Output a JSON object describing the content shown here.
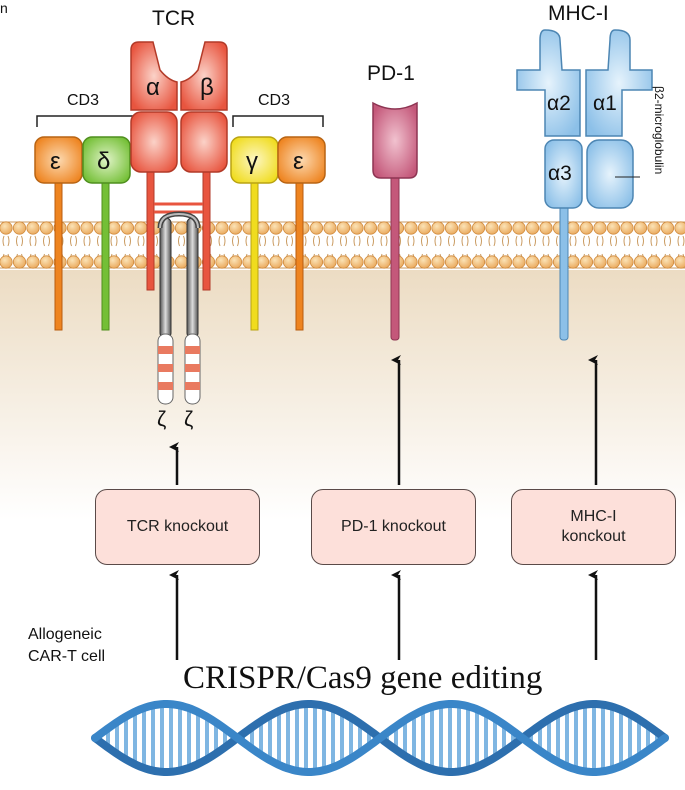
{
  "panel_letter": "n",
  "tcr": {
    "title": "TCR",
    "alpha": "α",
    "beta": "β",
    "zeta_left": "ζ",
    "zeta_right": "ζ"
  },
  "cd3_left": {
    "title": "CD3",
    "epsilon": "ε",
    "delta": "δ"
  },
  "cd3_right": {
    "title": "CD3",
    "gamma": "γ",
    "epsilon": "ε"
  },
  "pd1": {
    "title": "PD-1"
  },
  "mhc1": {
    "title": "MHC-I",
    "alpha1": "α1",
    "alpha2": "α2",
    "alpha3": "α3",
    "b2m": "β2-microglobulin"
  },
  "boxes": {
    "tcr_knockout": "TCR knockout",
    "pd1_knockout": "PD-1 knockout",
    "mhc1_knockout_line1": "MHC-I",
    "mhc1_knockout_line2": "konckout"
  },
  "cell_label_line1": "Allogeneic",
  "cell_label_line2": "CAR-T cell",
  "crispr_title": "CRISPR/Cas9 gene editing",
  "colors": {
    "tcr_red": "#e8553f",
    "cd3_orange": "#f08a22",
    "cd3_green": "#7cc43c",
    "cd3_yellow": "#f2e32a",
    "pd1_pink": "#c9607a",
    "mhc_blue": "#9cc9ea",
    "box_fill": "#fde0da",
    "dna_blue": "#3a86c8"
  }
}
